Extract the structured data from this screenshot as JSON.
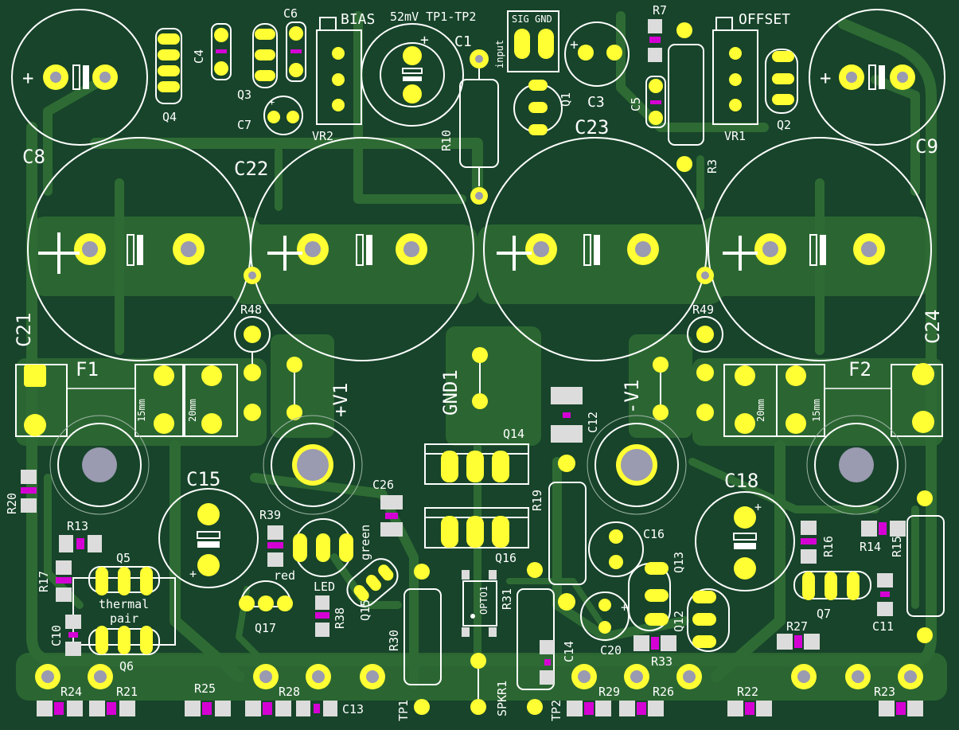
{
  "board": {
    "colors": {
      "substrate": "#17442a",
      "copper": "#2d6a33",
      "copper_light": "#3a7a3c",
      "silkscreen": "#ffffff",
      "pad": "#ffff33",
      "drill": "#9a9ab0",
      "smd_pad": "#dedede",
      "paste": "#d400d4"
    },
    "labels": {
      "bias": "BIAS",
      "bias_note": "52mV TP1-TP2",
      "offset": "OFFSET",
      "sig": "SIG",
      "gnd": "GND",
      "input": "input",
      "thermal": "thermal",
      "pair": "pair",
      "red": "red",
      "green": "green",
      "led": "LED",
      "fuse_15mm": "15mm",
      "fuse_20mm": "20mm"
    },
    "refs": {
      "C1": "C1",
      "C3": "C3",
      "C4": "C4",
      "C5": "C5",
      "C6": "C6",
      "C7": "C7",
      "C8": "C8",
      "C9": "C9",
      "C10": "C10",
      "C11": "C11",
      "C12": "C12",
      "C13": "C13",
      "C14": "C14",
      "C15": "C15",
      "C16": "C16",
      "C18": "C18",
      "C20": "C20",
      "C21": "C21",
      "C22": "C22",
      "C23": "C23",
      "C24": "C24",
      "C26": "C26",
      "Q1": "Q1",
      "Q2": "Q2",
      "Q3": "Q3",
      "Q4": "Q4",
      "Q5": "Q5",
      "Q6": "Q6",
      "Q7": "Q7",
      "Q12": "Q12",
      "Q13": "Q13",
      "Q14": "Q14",
      "Q15": "Q15",
      "Q16": "Q16",
      "Q17": "Q17",
      "R3": "R3",
      "R7": "R7",
      "R10": "R10",
      "R13": "R13",
      "R14": "R14",
      "R15": "R15",
      "R16": "R16",
      "R17": "R17",
      "R19": "R19",
      "R20": "R20",
      "R21": "R21",
      "R22": "R22",
      "R23": "R23",
      "R24": "R24",
      "R25": "R25",
      "R26": "R26",
      "R27": "R27",
      "R28": "R28",
      "R29": "R29",
      "R30": "R30",
      "R31": "R31",
      "R33": "R33",
      "R38": "R38",
      "R39": "R39",
      "R48": "R48",
      "R49": "R49",
      "VR1": "VR1",
      "VR2": "VR2",
      "F1": "F1",
      "F2": "F2",
      "GND1": "GND1",
      "+V1": "+V1",
      "-V1": "-V1",
      "TP1": "TP1",
      "TP2": "TP2",
      "SPKR1": "SPKR1",
      "OPTO1": "OPTO1"
    },
    "polarity": {
      "plus": "+",
      "minus": "-"
    }
  }
}
